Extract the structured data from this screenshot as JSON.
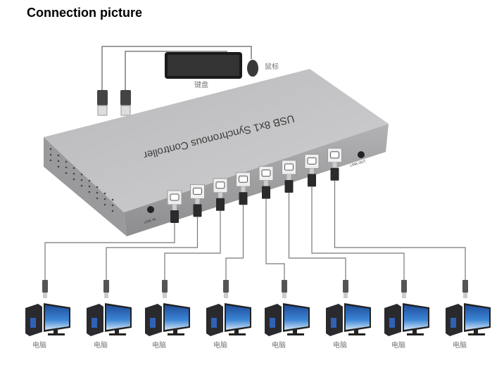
{
  "title": "Connection picture",
  "device": {
    "label": "USB 8x1 Synchronous Controller",
    "link_in": "LINK IN",
    "link_out": "LINK OUT",
    "port_count": 8
  },
  "peripherals": {
    "keyboard_label": "键盘",
    "mouse_label": "鼠标"
  },
  "computers": [
    {
      "label": "电脑"
    },
    {
      "label": "电脑"
    },
    {
      "label": "电脑"
    },
    {
      "label": "电脑"
    },
    {
      "label": "电脑"
    },
    {
      "label": "电脑"
    },
    {
      "label": "电脑"
    },
    {
      "label": "电脑"
    }
  ]
}
